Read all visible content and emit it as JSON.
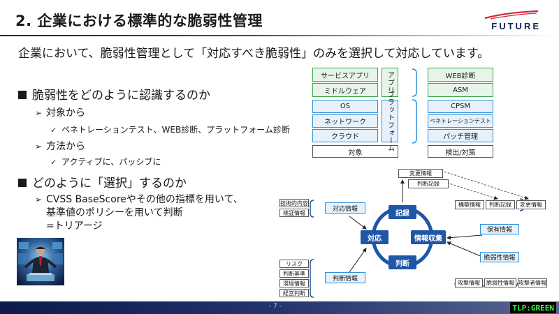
{
  "slide": {
    "title": "2. 企業における標準的な脆弱性管理",
    "logo_text": "FUTURE",
    "lead": "企業において、脆弱性管理として「対応すべき脆弱性」のみを選択して対応しています。",
    "page_number": "- 7 -",
    "tlp": "TLP:GREEN"
  },
  "bullets": {
    "q1": "脆弱性をどのように認識するのか",
    "q1_a": "対象から",
    "q1_a_detail": "ペネトレーションテスト、WEB診断、プラットフォーム診断",
    "q1_b": "方法から",
    "q1_b_detail": "アクティブに、パッシブに",
    "q2": "どのように「選択」するのか",
    "q2_a_line1": "CVSS BaseScoreやその他の指標を用いて、",
    "q2_a_line2": "基準値のポリシーを用いて判断",
    "q2_a_line3": "=トリアージ"
  },
  "stack_diagram": {
    "targets": [
      "サービスアプリ",
      "ミドルウェア",
      "OS",
      "ネットワーク",
      "クラウド"
    ],
    "layer_app": "アプリ",
    "layer_platform": "プラットフォーム",
    "targets_label": "対象",
    "detections": [
      "WEB診断",
      "ASM",
      "CPSM",
      "ペネトレーションテスト",
      "パッチ管理"
    ],
    "detections_label": "検出/対策"
  },
  "cycle_diagram": {
    "nodes": {
      "record": "記録",
      "respond": "対応",
      "collect": "情報収集",
      "judge": "判断"
    },
    "change_info": "変更情報",
    "judgment_record": "判断記録",
    "response_info": "対応情報",
    "response_items": [
      "技術的内容",
      "検証情報"
    ],
    "judgment_info": "判断情報",
    "judgment_items": [
      "リスク",
      "判断基準",
      "環境情報",
      "経営判断"
    ],
    "held_items": [
      "構築情報",
      "判断記録",
      "変更情報"
    ],
    "held_info": "保有情報",
    "vuln_info": "脆弱性情報",
    "vuln_items": [
      "攻撃情報",
      "脆弱性情報",
      "攻撃者情報"
    ]
  },
  "colors": {
    "navy": "#14235a",
    "green_border": "#3aa64a",
    "blue_border": "#2f8fd8",
    "node_blue": "#1f56a8",
    "tlp_green": "#33ff33"
  }
}
